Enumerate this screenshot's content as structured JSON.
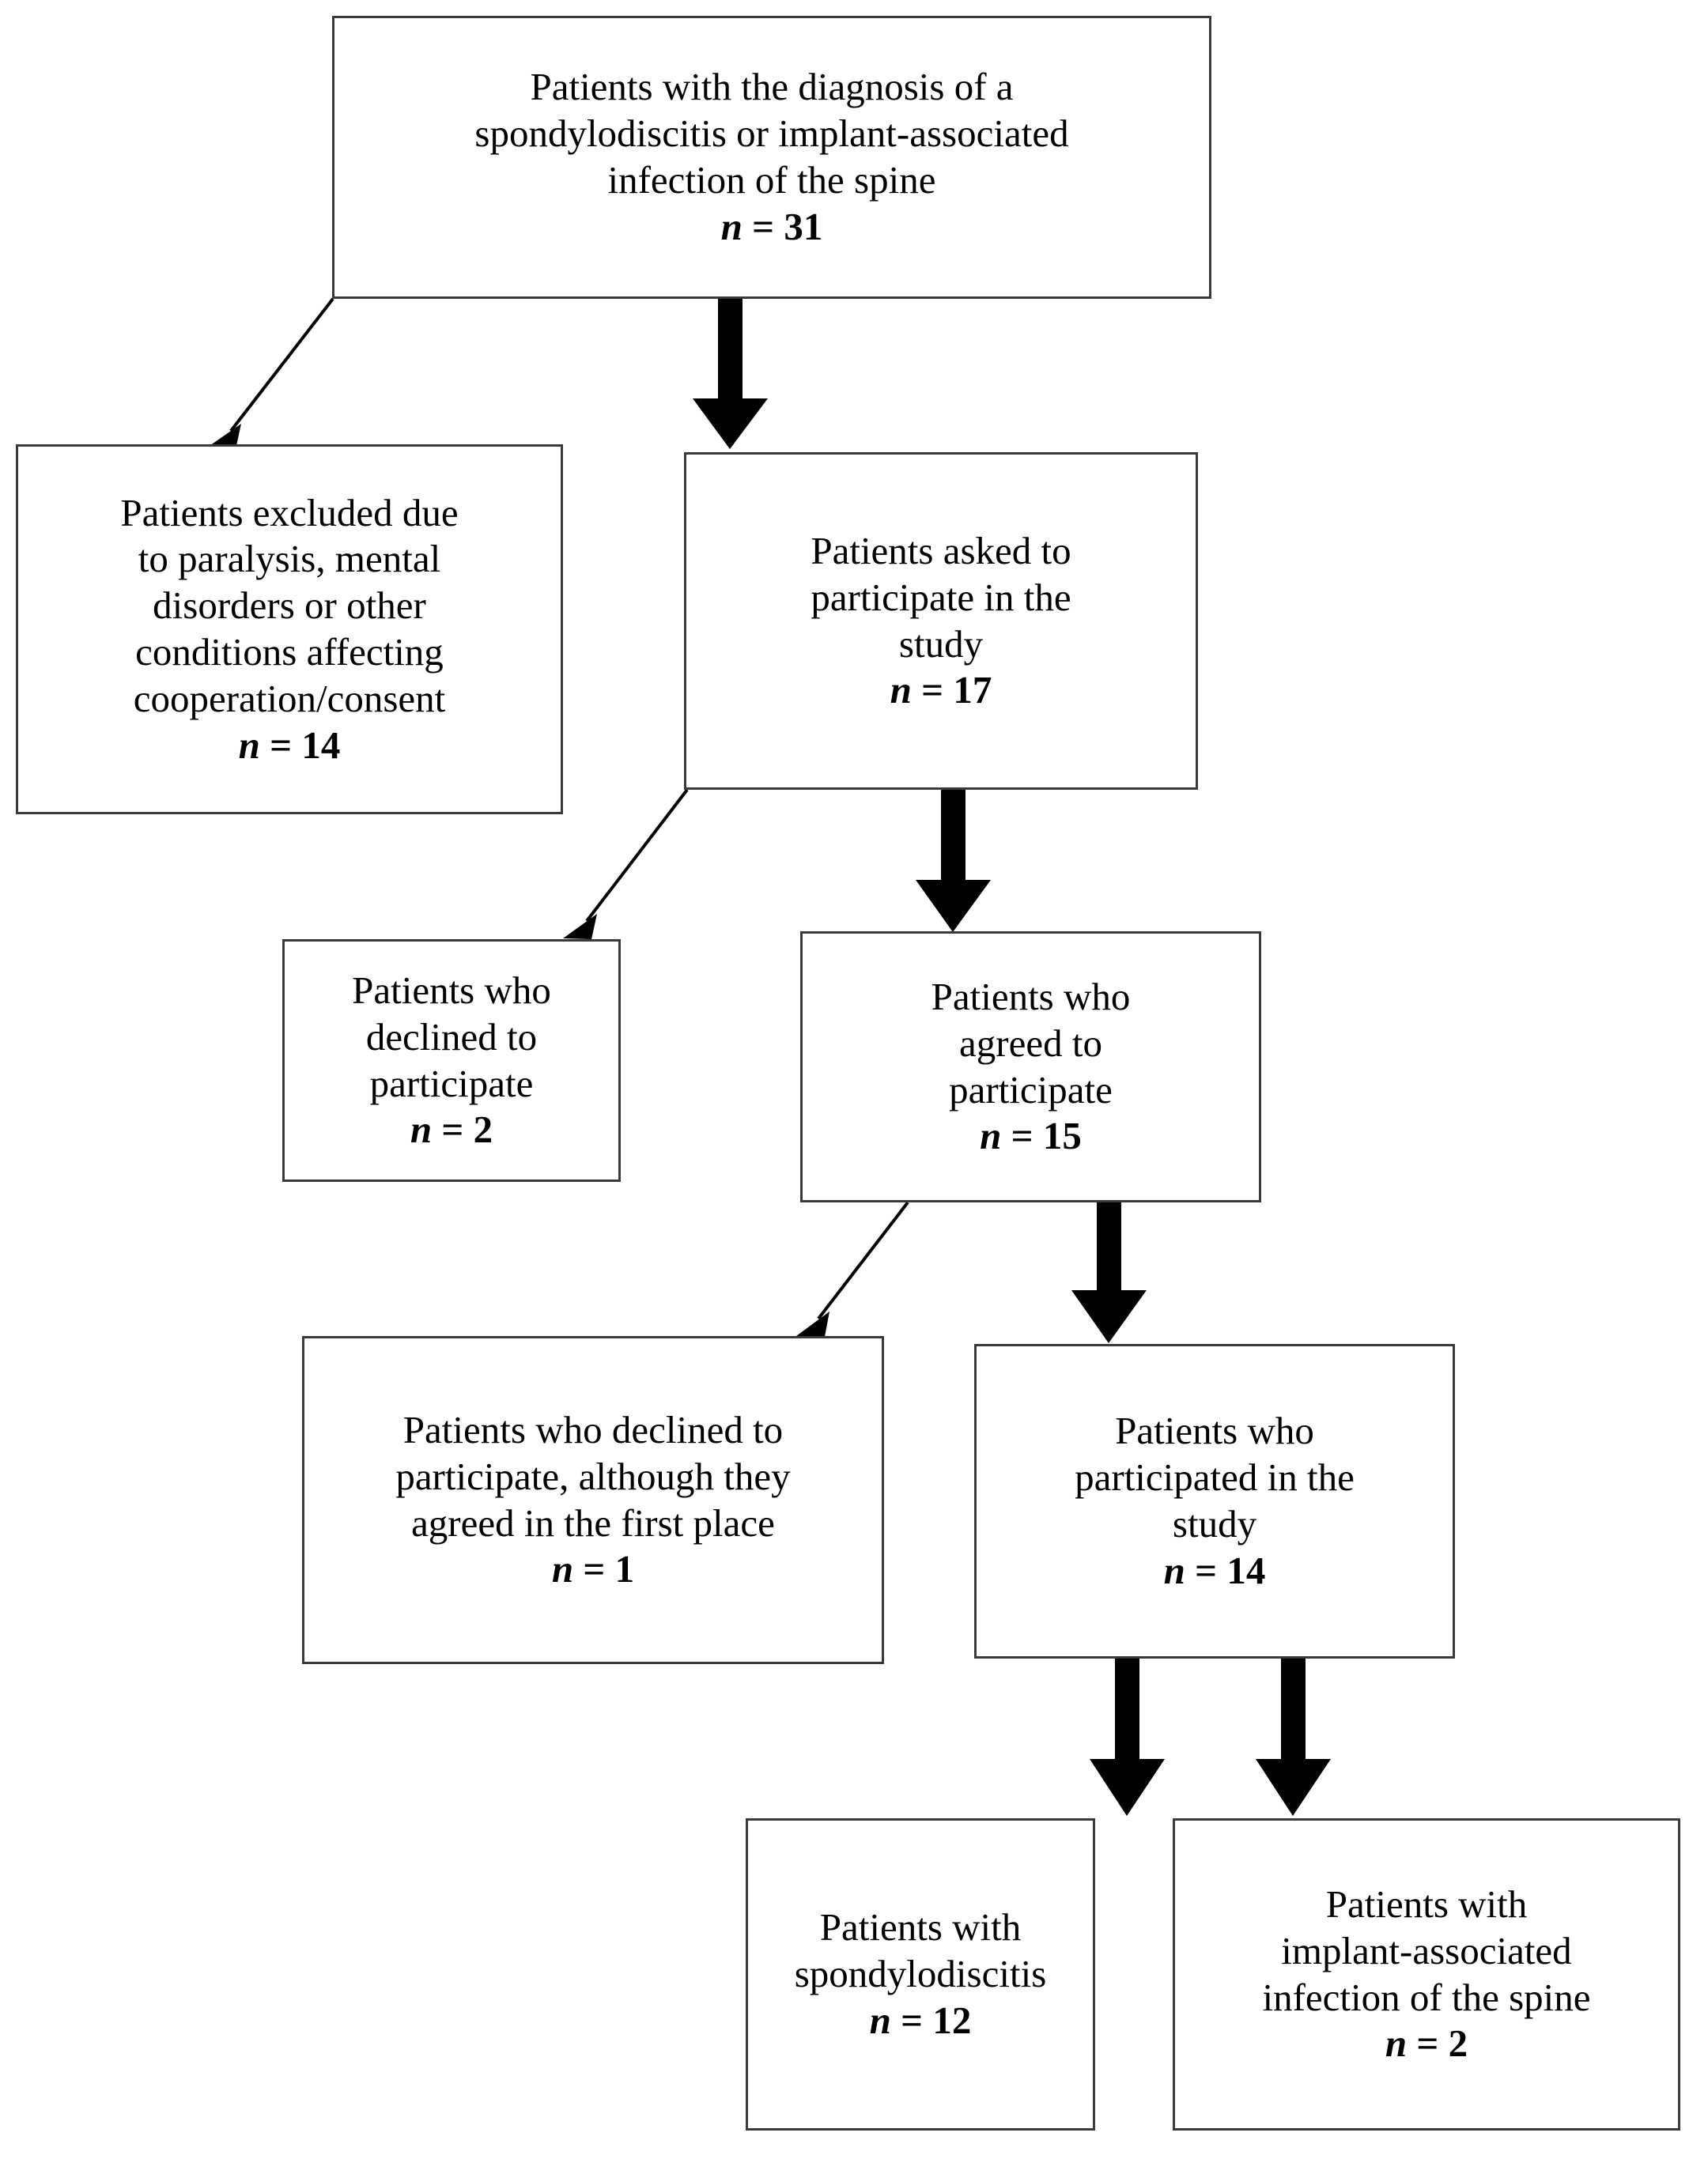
{
  "diagram": {
    "type": "flowchart",
    "title": "Patient recruitment flow for spondylodiscitis / implant-associated spine infection study",
    "italic_symbol": "n",
    "nodes": [
      {
        "id": "enrolled",
        "name": "total-diagnosed-box",
        "lines": [
          "Patients with the diagnosis of a",
          "spondylodiscitis or implant-associated",
          "infection of the spine"
        ],
        "count_label": "n = 31",
        "count_value": 31
      },
      {
        "id": "excluded",
        "name": "excluded-box",
        "lines": [
          "Patients excluded  due",
          "to paralysis, mental",
          "disorders or other",
          "conditions affecting",
          "cooperation/consent"
        ],
        "count_label": "n = 14",
        "count_value": 14
      },
      {
        "id": "asked",
        "name": "asked-to-participate-box",
        "lines": [
          "Patients asked to",
          "participate in the",
          "study"
        ],
        "count_label": "n = 17",
        "count_value": 17
      },
      {
        "id": "declined",
        "name": "declined-box",
        "lines": [
          "Patients who",
          "declined to",
          "participate"
        ],
        "count_label": "n = 2",
        "count_value": 2
      },
      {
        "id": "agreed",
        "name": "agreed-to-participate-box",
        "lines": [
          "Patients who",
          "agreed to",
          "participate"
        ],
        "count_label": "n = 15",
        "count_value": 15
      },
      {
        "id": "declined_after_agree",
        "name": "declined-after-agreeing-box",
        "lines": [
          "Patients who declined to",
          "participate, although they",
          "agreed in the first place"
        ],
        "count_label": "n = 1",
        "count_value": 1
      },
      {
        "id": "participated",
        "name": "participated-box",
        "lines": [
          "Patients who",
          "participated in the",
          "study"
        ],
        "count_label": "n = 14",
        "count_value": 14
      },
      {
        "id": "spondylodiscitis",
        "name": "spondylodiscitis-group-box",
        "lines": [
          "Patients with",
          "spondylodiscitis"
        ],
        "count_label": "n = 12",
        "count_value": 12
      },
      {
        "id": "implant_infection",
        "name": "implant-infection-group-box",
        "lines": [
          "Patients with",
          "implant-associated",
          "infection of the spine"
        ],
        "count_label": "n = 2",
        "count_value": 2
      }
    ],
    "edges": [
      {
        "from": "enrolled",
        "to": "excluded",
        "style": "thin-diagonal-arrow"
      },
      {
        "from": "enrolled",
        "to": "asked",
        "style": "thick-vertical-arrow"
      },
      {
        "from": "asked",
        "to": "declined",
        "style": "thin-diagonal-arrow"
      },
      {
        "from": "asked",
        "to": "agreed",
        "style": "thick-vertical-arrow"
      },
      {
        "from": "agreed",
        "to": "declined_after_agree",
        "style": "thin-diagonal-arrow"
      },
      {
        "from": "agreed",
        "to": "participated",
        "style": "thick-vertical-arrow"
      },
      {
        "from": "participated",
        "to": "spondylodiscitis",
        "style": "thick-vertical-arrow"
      },
      {
        "from": "participated",
        "to": "implant_infection",
        "style": "thick-vertical-arrow"
      }
    ],
    "colors": {
      "box_border": "#3a3a3a",
      "box_fill": "#ffffff",
      "arrow": "#000000",
      "text": "#000000"
    }
  }
}
